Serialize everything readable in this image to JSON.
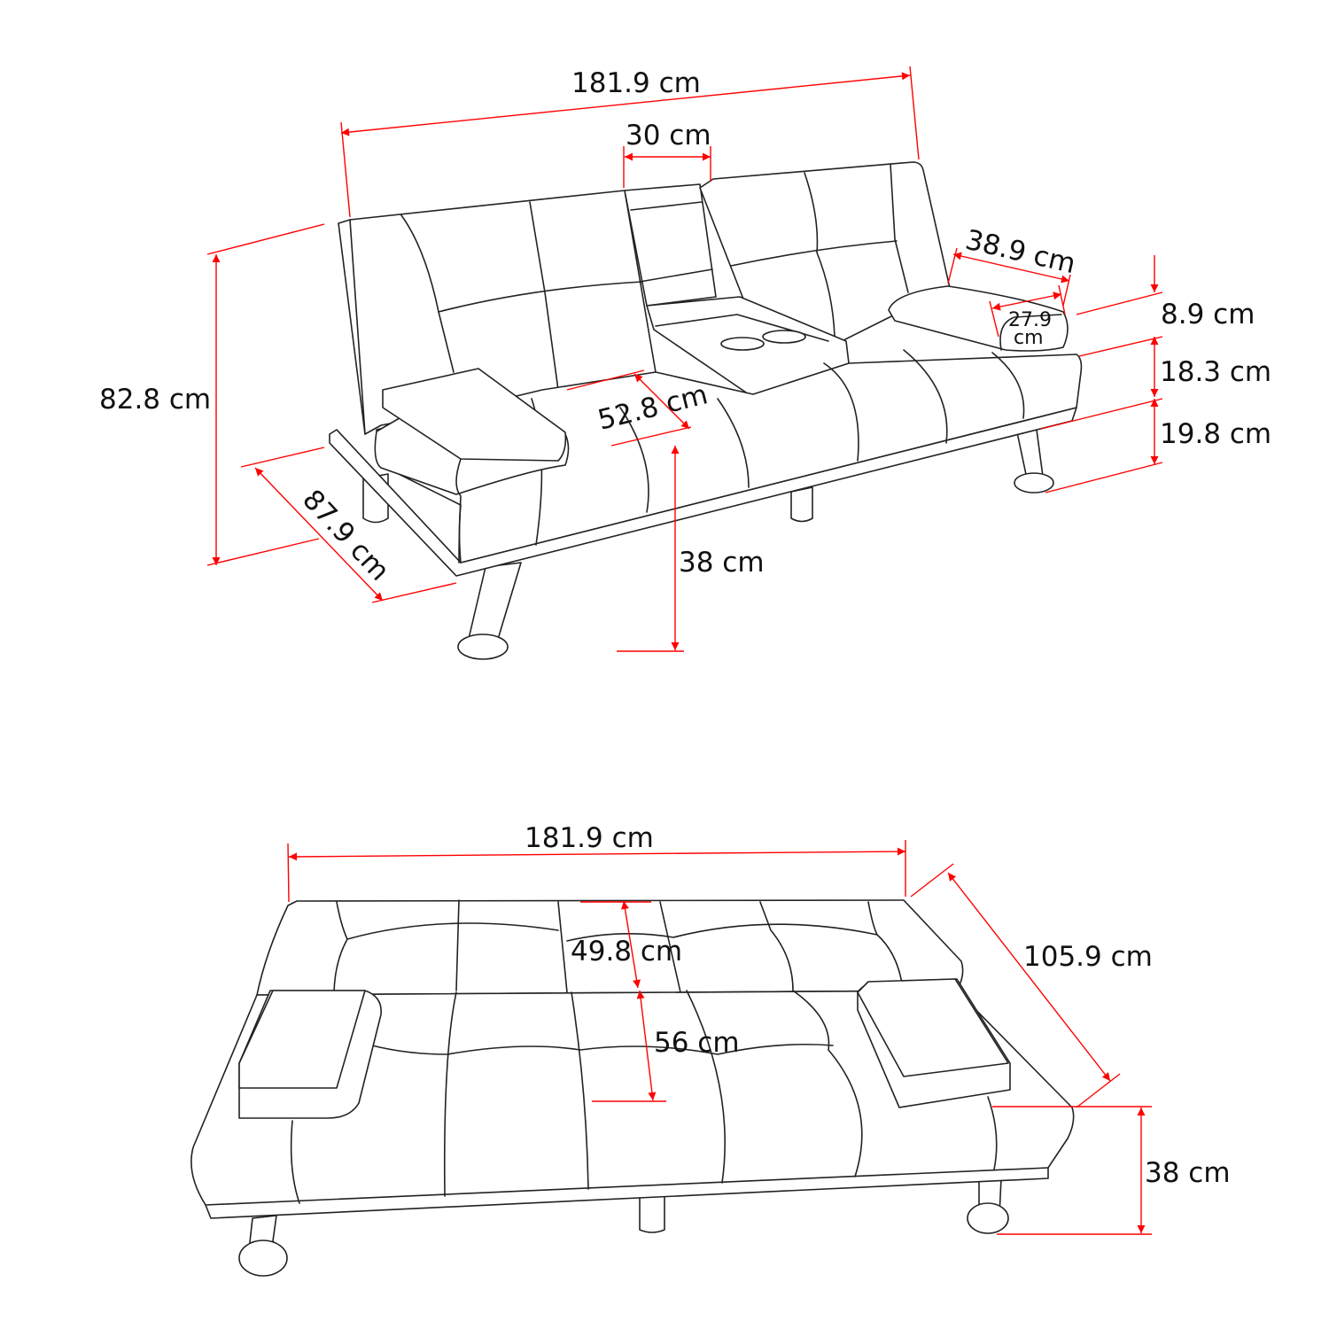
{
  "upright_view": {
    "overall_width": "181.9 cm",
    "console_width": "30 cm",
    "armrest_length": "38.9 cm",
    "armrest_inner_length_value": "27.9",
    "armrest_inner_length_unit": "cm",
    "overall_height": "82.8 cm",
    "seat_depth": "52.8 cm",
    "overall_depth": "87.9 cm",
    "seat_height": "38 cm",
    "armrest_height": "8.9 cm",
    "seat_cushion_height": "18.3 cm",
    "leg_height": "19.8 cm"
  },
  "bed_view": {
    "overall_width": "181.9 cm",
    "overall_depth": "105.9 cm",
    "back_section": "49.8 cm",
    "seat_section": "56 cm",
    "height": "38 cm"
  },
  "colors": {
    "dimension": "#ff0000",
    "outline": "#222222"
  }
}
